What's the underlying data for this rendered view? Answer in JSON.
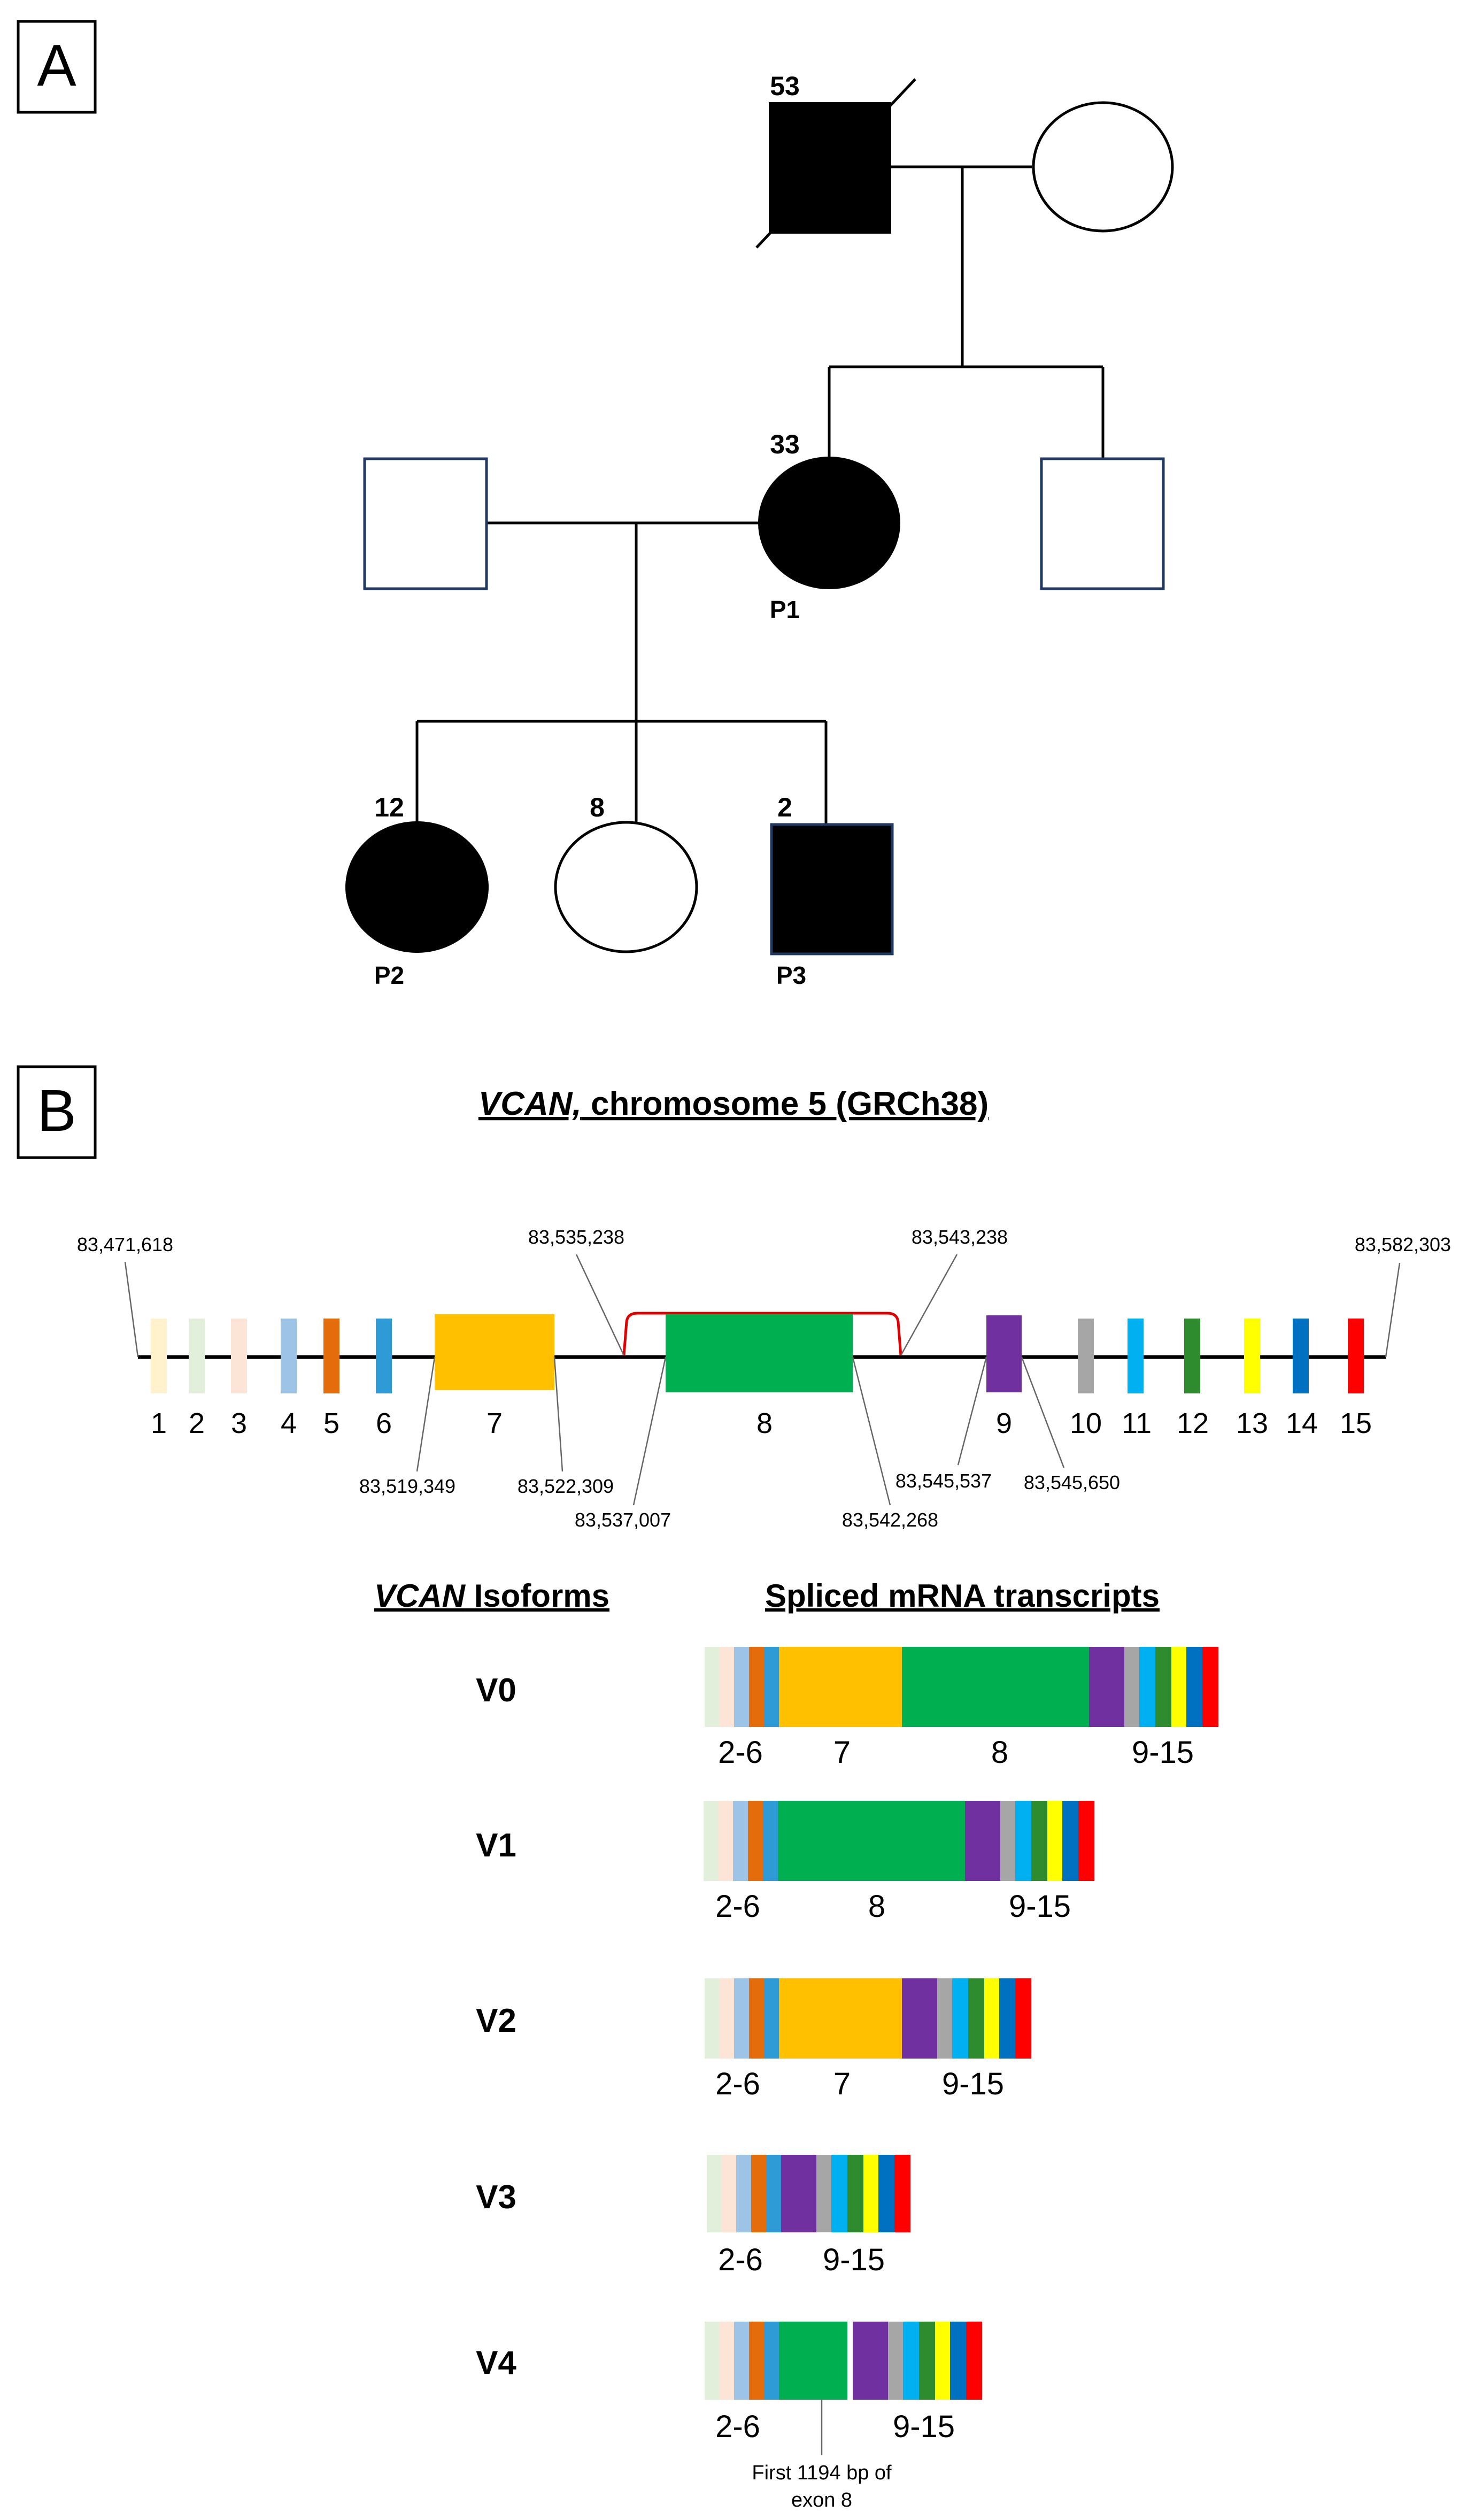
{
  "panel_a": {
    "label": "A",
    "individuals": {
      "grandfather": {
        "age": "53"
      },
      "mother": {
        "age": "33",
        "id": "P1"
      },
      "child1": {
        "age": "12",
        "id": "P2"
      },
      "child2": {
        "age": "8"
      },
      "child3": {
        "age": "2",
        "id": "P3"
      }
    }
  },
  "panel_b": {
    "label": "B",
    "title_gene": "VCAN,",
    "title_rest": " chromosome 5 (GRCh38)",
    "exon_labels": [
      "1",
      "2",
      "3",
      "4",
      "5",
      "6",
      "7",
      "8",
      "9",
      "10",
      "11",
      "12",
      "13",
      "14",
      "15"
    ],
    "exon_colors": [
      "#fff2cc",
      "#e2efda",
      "#fce4d6",
      "#9dc3e6",
      "#e46c0a",
      "#2e9bd6",
      "#ffc000",
      "#00b050",
      "#7030a0",
      "#a6a6a6",
      "#00b0f0",
      "#2e8b2e",
      "#ffff00",
      "#0070c0",
      "#ff0000"
    ],
    "coordinates": {
      "gene_start": "83,471,618",
      "gene_end": "83,582,303",
      "deletion_start": "83,535,238",
      "deletion_end": "83,543,238",
      "exon7_start": "83,519,349",
      "exon7_end": "83,522,309",
      "exon8_start": "83,537,007",
      "exon8_end": "83,542,268",
      "exon9_start": "83,545,537",
      "exon9_end": "83,545,650"
    },
    "isoforms_heading_gene": "VCAN",
    "isoforms_heading_rest": " Isoforms",
    "transcripts_heading": "Spliced mRNA transcripts",
    "isoforms": [
      {
        "name": "V0",
        "labels": [
          "2-6",
          "7",
          "8",
          "9-15"
        ]
      },
      {
        "name": "V1",
        "labels": [
          "2-6",
          "8",
          "9-15"
        ]
      },
      {
        "name": "V2",
        "labels": [
          "2-6",
          "7",
          "9-15"
        ]
      },
      {
        "name": "V3",
        "labels": [
          "2-6",
          "9-15"
        ]
      },
      {
        "name": "V4",
        "labels": [
          "2-6",
          "9-15"
        ],
        "note_line1": "First 1194 bp of",
        "note_line2": "exon 8"
      }
    ]
  }
}
